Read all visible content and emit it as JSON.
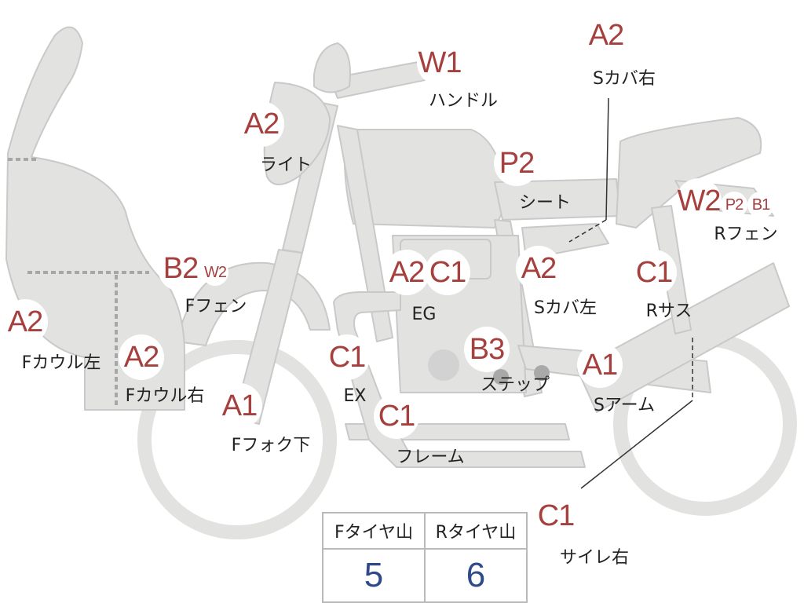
{
  "parts": [
    {
      "id": "handle",
      "grade": "W1",
      "label": "ハンドル"
    },
    {
      "id": "seat-cover-right",
      "grade": "A2",
      "label": "Sカバ右"
    },
    {
      "id": "light",
      "grade": "A2",
      "label": "ライト"
    },
    {
      "id": "seat",
      "grade": "P2",
      "label": "シート"
    },
    {
      "id": "rear-fender",
      "grade": "W2",
      "extra": [
        "P2",
        "B1"
      ],
      "label": "Rフェン"
    },
    {
      "id": "front-fender",
      "grade": "B2",
      "extra": [
        "W2"
      ],
      "label": "Fフェン"
    },
    {
      "id": "engine",
      "grade": "A2",
      "extra": [
        "C1"
      ],
      "label": "EG"
    },
    {
      "id": "seat-cover-left",
      "grade": "A2",
      "label": "Sカバ左"
    },
    {
      "id": "rear-suspension",
      "grade": "C1",
      "label": "Rサス"
    },
    {
      "id": "front-cowl-left",
      "grade": "A2",
      "label": "Fカウル左"
    },
    {
      "id": "front-cowl-right",
      "grade": "A2",
      "label": "Fカウル右"
    },
    {
      "id": "exhaust",
      "grade": "C1",
      "label": "EX"
    },
    {
      "id": "step",
      "grade": "B3",
      "label": "ステップ"
    },
    {
      "id": "swing-arm",
      "grade": "A1",
      "label": "Sアーム"
    },
    {
      "id": "front-fork-lower",
      "grade": "A1",
      "label": "Fフォク下"
    },
    {
      "id": "frame",
      "grade": "C1",
      "label": "フレーム"
    },
    {
      "id": "silencer-right",
      "grade": "C1",
      "label": "サイレ右"
    }
  ],
  "tires": {
    "front": {
      "header": "Fタイヤ山",
      "value": "5"
    },
    "rear": {
      "header": "Rタイヤ山",
      "value": "6"
    }
  },
  "colors": {
    "body_fill": "#e2e2e1",
    "body_stroke": "#c9c9c9",
    "grade_text": "#a6403f",
    "tire_value": "#2e4a8a"
  }
}
